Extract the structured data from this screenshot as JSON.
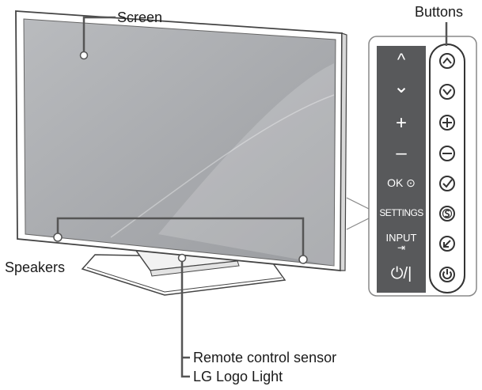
{
  "labels": {
    "screen": "Screen",
    "buttons": "Buttons",
    "speakers": "Speakers",
    "remote_sensor": "Remote control sensor",
    "logo_light": "LG Logo Light"
  },
  "panel_buttons": [
    {
      "label": "^",
      "icon": "chevron-up-icon"
    },
    {
      "label": "⌄",
      "icon": "chevron-down-icon"
    },
    {
      "label": "+",
      "icon": "plus-icon"
    },
    {
      "label": "–",
      "icon": "minus-icon"
    },
    {
      "label": "OK ⊙",
      "icon": "ok-check-icon"
    },
    {
      "label": "SETTINGS",
      "icon": "settings-s-icon"
    },
    {
      "label": "INPUT",
      "icon": "input-arrow-icon"
    },
    {
      "label": "⏻/|",
      "icon": "power-icon"
    }
  ],
  "colors": {
    "panel_strip": "#58595b",
    "outline": "#444444",
    "screen_gray": "#a7a9ac",
    "indicator": "#58595b"
  }
}
